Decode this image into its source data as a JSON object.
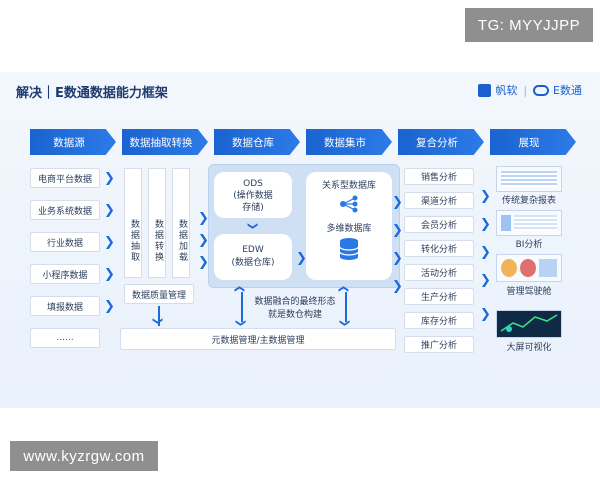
{
  "watermarks": {
    "tg": "TG: MYYJJPP",
    "url": "www.kyzrgw.com"
  },
  "title": "解决｜E数通数据能力框架",
  "brand": {
    "name": "帆软",
    "product": "E数通"
  },
  "columns": [
    "数据源",
    "数据抽取转换",
    "数据仓库",
    "数据集市",
    "复合分析",
    "展现"
  ],
  "sources": [
    "电商平台数据",
    "业务系统数据",
    "行业数据",
    "小程序数据",
    "填报数据",
    "......"
  ],
  "etl": {
    "steps": [
      "数据抽取",
      "数据转换",
      "数据加载"
    ],
    "quality": "数据质量管理"
  },
  "metadata": "元数据管理/主数据管理",
  "warehouse": {
    "ods": [
      "ODS",
      "(操作数据",
      "存储)"
    ],
    "edw": [
      "EDW",
      "(数据仓库)"
    ]
  },
  "mart": {
    "relational": "关系型数据库",
    "multidim": "多维数据库"
  },
  "fusion_note": [
    "数据融合的最终形态",
    "就是数仓构建"
  ],
  "analysis": [
    "销售分析",
    "渠道分析",
    "会员分析",
    "转化分析",
    "活动分析",
    "生产分析",
    "库存分析",
    "推广分析"
  ],
  "presentation": [
    "传统复杂报表",
    "BI分析",
    "管理驾驶舱",
    "大屏可视化"
  ]
}
